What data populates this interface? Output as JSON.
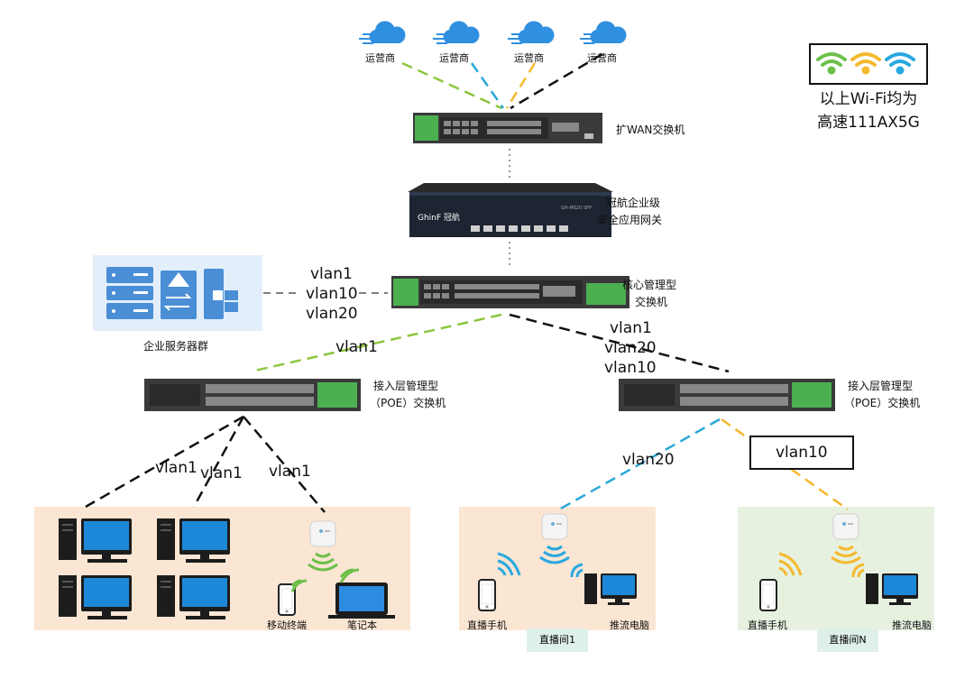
{
  "isps": [
    "运营商",
    "运营商",
    "运营商",
    "运营商"
  ],
  "devices": {
    "wan_switch": "扩WAN交换机",
    "gateway_line1": "冠航企业级",
    "gateway_line2": "安全应用网关",
    "core_switch_line1": "核心管理型",
    "core_switch_line2": "交换机",
    "access_left_line1": "接入层管理型",
    "access_left_line2": "（POE）交换机",
    "access_right_line1": "接入层管理型",
    "access_right_line2": "（POE）交换机",
    "server_group": "企业服务器群"
  },
  "vlans": {
    "server_link": [
      "vlan1",
      "vlan10",
      "vlan20"
    ],
    "core_to_left": "vlan1",
    "core_to_right": [
      "vlan1",
      "vlan20",
      "vlan10"
    ],
    "left_branches": [
      "vlan1",
      "vlan1",
      "vlan1"
    ],
    "right_ap1": "vlan20",
    "right_apN": "vlan10"
  },
  "endpoints": {
    "mobile": "移动终端",
    "laptop": "笔记本",
    "room1_phone": "直播手机",
    "room1_pc": "推流电脑",
    "room1_tag": "直播间1",
    "roomN_phone": "直播手机",
    "roomN_pc": "推流电脑",
    "roomN_tag": "直播间N"
  },
  "legend": {
    "line1": "以上Wi-Fi均为",
    "line2": "高速111AX5G"
  },
  "device_brand": {
    "gateway_logo": "GhinF 冠航",
    "gateway_model": "GH-MS20 SFP"
  },
  "colors": {
    "green_line": "#8cc63f",
    "blue_line": "#29a8d8",
    "yellow_line": "#f5b82e",
    "black_line": "#111111",
    "switch_green": "#4caf50",
    "wifi_green": "#6cc04a",
    "wifi_yellow": "#f5b82e",
    "wifi_blue": "#29a8e0",
    "office_bg": "#fbe6d4",
    "room1_bg": "#fbe6d4",
    "roomN_bg": "#e6f1e0",
    "server_bg": "#e3eefb",
    "cloud_blue": "#2f8fe0"
  }
}
